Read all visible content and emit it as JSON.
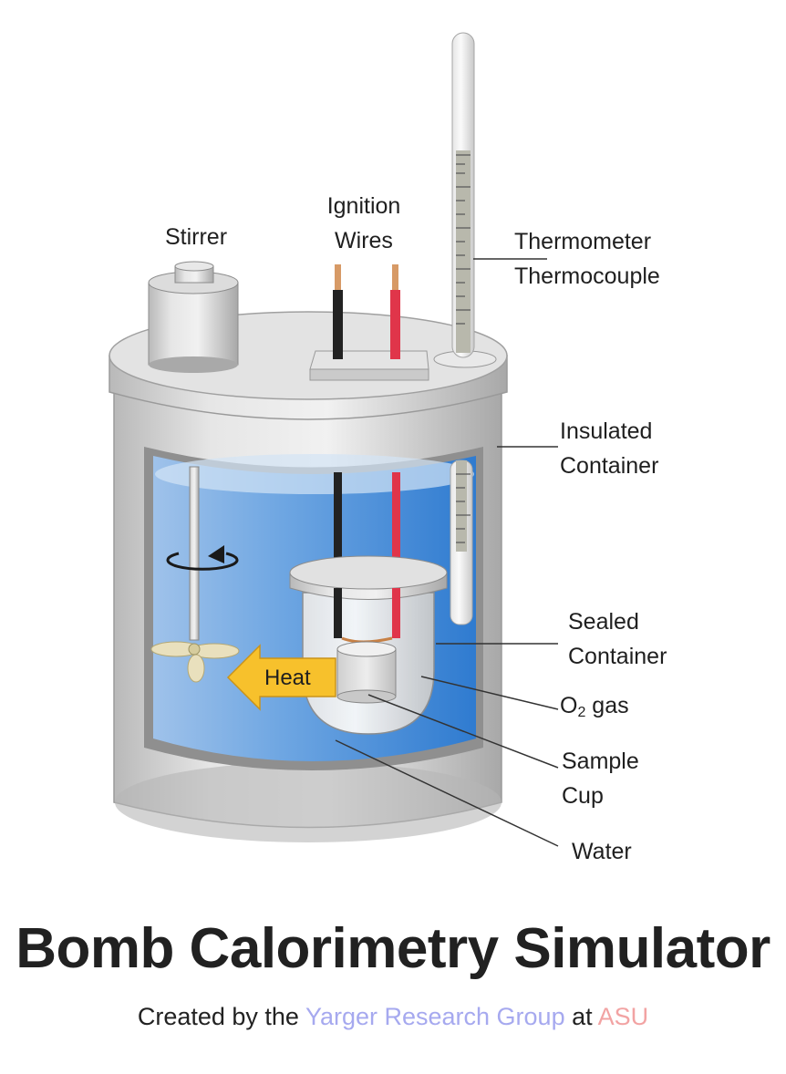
{
  "labels": {
    "stirrer": "Stirrer",
    "ignition_wires_1": "Ignition",
    "ignition_wires_2": "Wires",
    "thermometer_1": "Thermometer",
    "thermometer_2": "Thermocouple",
    "insulated_1": "Insulated",
    "insulated_2": "Container",
    "sealed_1": "Sealed",
    "sealed_2": "Container",
    "o2_gas_o": "O",
    "o2_gas_sub": "2",
    "o2_gas_rest": " gas",
    "sample_cup_1": "Sample",
    "sample_cup_2": "Cup",
    "water": "Water",
    "heat": "Heat"
  },
  "title": "Bomb Calorimetry Simulator",
  "credit": {
    "prefix": "Created by the ",
    "group": "Yarger Research Group",
    "middle": " at ",
    "org": "ASU"
  },
  "colors": {
    "water": "#4a8fd8",
    "link_group": "#a6a9ef",
    "link_org": "#f2a3a3",
    "heat_arrow": "#f7c12c",
    "red_wire": "#e0354a"
  }
}
